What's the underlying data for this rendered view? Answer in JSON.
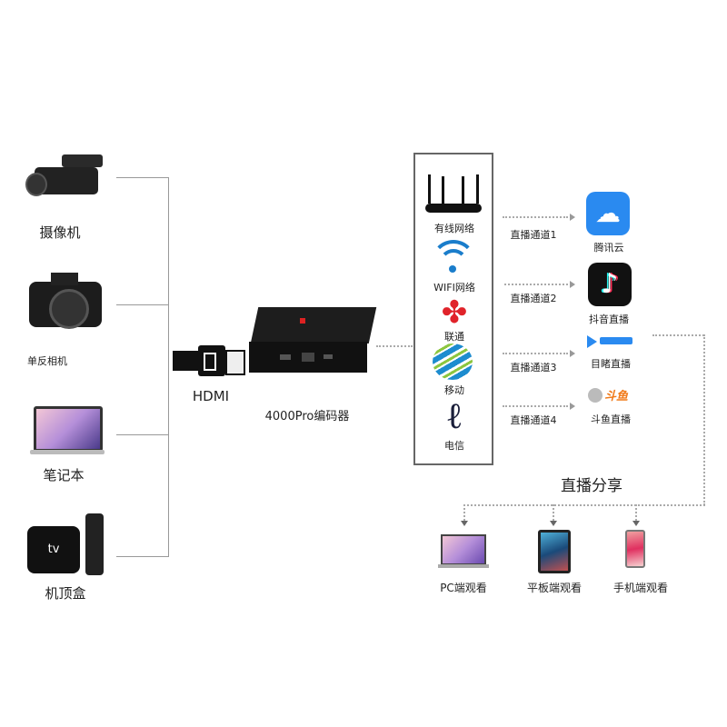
{
  "sources": [
    {
      "label": "摄像机",
      "icon": "camcorder-icon"
    },
    {
      "label": "单反相机",
      "icon": "dslr-camera-icon"
    },
    {
      "label": "笔记本",
      "icon": "laptop-icon"
    },
    {
      "label": "机顶盒",
      "icon": "set-top-box-icon"
    }
  ],
  "cable": {
    "label": "HDMI"
  },
  "encoder": {
    "label": "4000Pro编码器"
  },
  "networks": [
    {
      "label": "有线网络",
      "icon": "router-icon"
    },
    {
      "label": "WIFI网络",
      "icon": "wifi-icon"
    },
    {
      "label": "联通",
      "icon": "china-unicom-icon"
    },
    {
      "label": "移动",
      "icon": "china-mobile-icon"
    },
    {
      "label": "电信",
      "icon": "china-telecom-icon"
    }
  ],
  "channels": [
    "直播通道1",
    "直播通道2",
    "直播通道3",
    "直播通道4"
  ],
  "platforms": [
    {
      "label": "腾讯云",
      "icon": "tencent-cloud-icon"
    },
    {
      "label": "抖音直播",
      "icon": "douyin-icon"
    },
    {
      "label": "目睹直播",
      "icon": "mudu-icon"
    },
    {
      "label": "斗鱼直播",
      "icon": "douyu-icon",
      "logo_text": "斗鱼"
    }
  ],
  "share": {
    "title": "直播分享"
  },
  "viewers": [
    {
      "label": "PC端观看",
      "icon": "laptop-icon"
    },
    {
      "label": "平板端观看",
      "icon": "tablet-icon"
    },
    {
      "label": "手机端观看",
      "icon": "phone-icon"
    }
  ],
  "colors": {
    "tencent": "#2a8af0",
    "douyin": "#111111",
    "unicom": "#e0232a",
    "mobile": "#1d8ccf",
    "telecom": "#1a1e3a"
  }
}
